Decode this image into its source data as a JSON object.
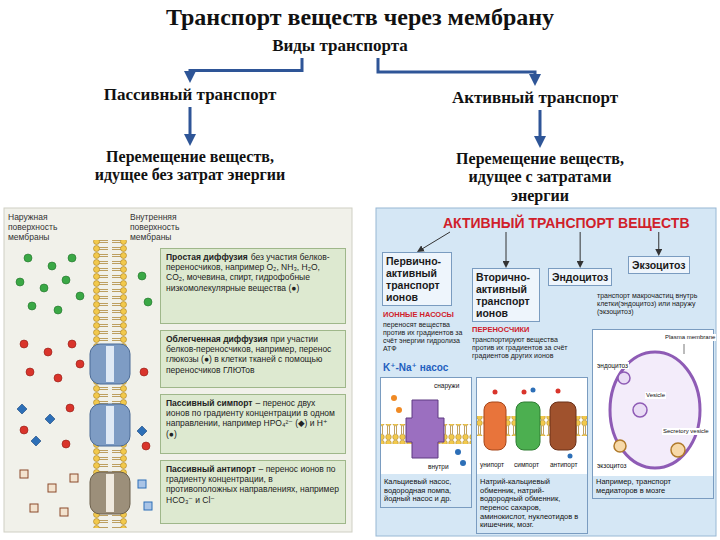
{
  "diagram": {
    "title": "Транспорт веществ через мембрану",
    "nodes": [
      {
        "text": [
          "Виды транспорта"
        ]
      },
      {
        "text": [
          "Пассивный транспорт"
        ]
      },
      {
        "text": [
          "Активный транспорт"
        ]
      },
      {
        "text": [
          "Перемещение веществ, идущее без затрат энергии"
        ]
      },
      {
        "text": [
          "Перемещение веществ, идущее с затратами энергии"
        ]
      },
      {
        "text": [
          "Простая диффузия",
          "без участия белков-переносчиков, например O₂, NH₃, H₂O, CO₂, мочевина, спирт, гидрофобные низкомолекулярные вещества (●)"
        ]
      },
      {
        "text": [
          "Облегченная диффузия",
          "при участии белков-переносчиков, например, перенос глюкозы (●) в клетки тканей с помощью переносчиков ГЛЮТов"
        ]
      },
      {
        "text": [
          "Пассивный симпорт",
          "– перенос двух ионов по градиенту концентрации в одном направлении, например HPO₄²⁻ (◆) и H⁺ (●)"
        ]
      },
      {
        "text": [
          "Пассивный антипорт",
          "– перенос ионов по градиенту концентрации, в противоположных направлениях, например HCO₃⁻ и Cl⁻"
        ]
      },
      {
        "text": [
          "АКТИВНЫЙ ТРАНСПОРТ ВЕЩЕСТВ"
        ]
      },
      {
        "text": [
          "Первично-активный транспорт ионов"
        ]
      },
      {
        "text": [
          "Вторично-активный транспорт ионов"
        ]
      },
      {
        "text": [
          "Эндоцитоз"
        ]
      },
      {
        "text": [
          "Экзоцитоз"
        ]
      },
      {
        "text": [
          "Кальциевый насос, водородная помпа, йодный насос и др."
        ]
      },
      {
        "text": [
          "Натрий-кальциевый обменник, натрий-водородный обменник, перенос сахаров, аминокислот, нуклеотидов в кишечник, мозг."
        ]
      },
      {
        "text": [
          "Например, транспорт медиаторов в мозге"
        ]
      }
    ],
    "edges": [
      {
        "from": 0,
        "to": 1,
        "arrow": "to"
      },
      {
        "from": 0,
        "to": 2,
        "arrow": "to"
      },
      {
        "from": 1,
        "to": 3,
        "arrow": "to"
      },
      {
        "from": 2,
        "to": 4,
        "arrow": "to"
      },
      {
        "from": 9,
        "to": 10,
        "arrow": "to"
      },
      {
        "from": 9,
        "to": 11,
        "arrow": "to"
      },
      {
        "from": 9,
        "to": 12,
        "arrow": "to"
      },
      {
        "from": 9,
        "to": 13,
        "arrow": "to"
      }
    ],
    "labels": [
      "Наружная поверхность мембраны",
      "Внутренняя поверхность мембраны",
      "ИОННЫЕ НАСОСЫ",
      "переносят вещества против их градиентов за счёт энергии гидролиза АТФ",
      "K⁺-Na⁺ насос",
      "ПЕРЕНОСЧИКИ",
      "транспортируют вещества против их градиентов за счёт градиентов других ионов",
      "транспорт макрочастиц внутрь клетки(эндоцитоз) или наружу (экзоцитоз)",
      "снаружи",
      "внутри",
      "унипорт",
      "симпорт",
      "антипорт",
      "Plasma membrane",
      "эндоцитоз",
      "Vesicle",
      "Secretory vesicle",
      "экзоцитоз"
    ]
  }
}
